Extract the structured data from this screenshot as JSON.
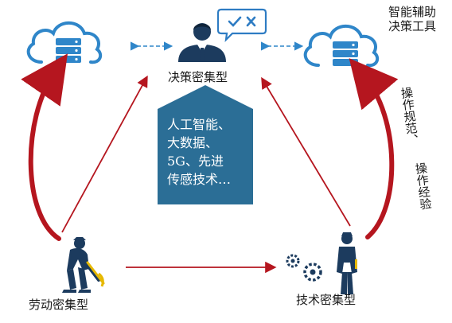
{
  "labels": {
    "decision": "决策密集型",
    "labor": "劳动密集型",
    "tech": "技术密集型",
    "ai_assist_line1": "智能辅助",
    "ai_assist_line2": "决策工具",
    "op_norm": "操作规范、",
    "op_exp": "操作经验"
  },
  "center_box": {
    "lines": [
      "人工智能、",
      "大数据、",
      "5G、先进",
      "传感技术…"
    ]
  },
  "colors": {
    "cloud_blue": "#2f86c9",
    "center_box": "#2b6e96",
    "arrow_red": "#b5161f",
    "figure_navy": "#1c3b5e",
    "pickaxe_yellow": "#e6b800",
    "chat_blue": "#2e7cc3"
  },
  "icons": [
    "cloud-server-icon",
    "businessman-icon",
    "chat-check-icon",
    "worker-pickaxe-icon",
    "technician-icon",
    "gears-icon"
  ]
}
